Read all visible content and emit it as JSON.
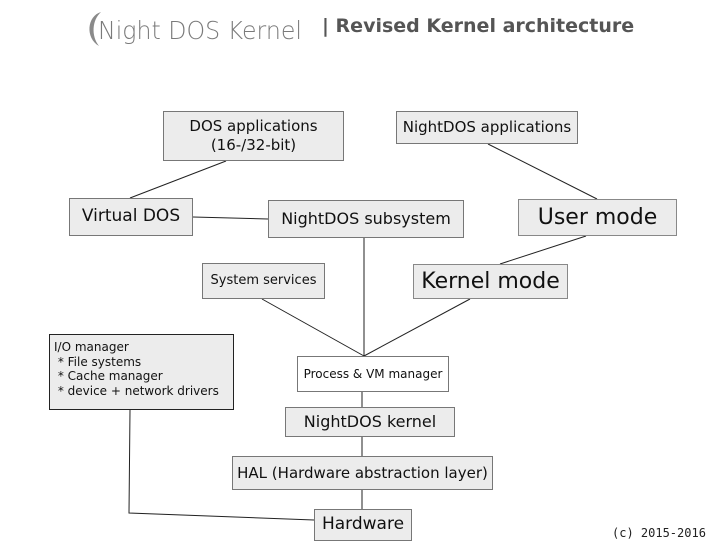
{
  "header": {
    "logo_text": "Night DOS Kernel",
    "title": "| Revised Kernel architecture"
  },
  "diagram": {
    "nodes": {
      "dos_apps": "DOS applications\n(16-/32-bit)",
      "nightdos_apps": "NightDOS applications",
      "virtual_dos": "Virtual DOS",
      "nightdos_subsystem": "NightDOS subsystem",
      "user_mode": "User mode",
      "system_services": "System services",
      "kernel_mode": "Kernel mode",
      "io_manager": "I/O manager\n * File systems\n * Cache manager\n * device + network drivers",
      "process_vm_manager": "Process & VM manager",
      "nightdos_kernel": "NightDOS kernel",
      "hal": "HAL (Hardware abstraction layer)",
      "hardware": "Hardware"
    }
  },
  "footer": {
    "copyright": "(c) 2015-2016"
  }
}
